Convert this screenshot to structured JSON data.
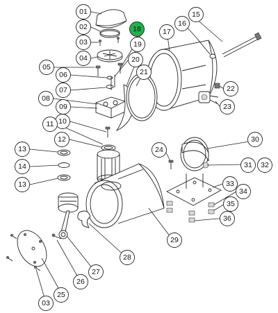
{
  "callouts": [
    {
      "id": "01",
      "label": "01"
    },
    {
      "id": "02",
      "label": "02"
    },
    {
      "id": "03",
      "label": "03"
    },
    {
      "id": "04",
      "label": "04"
    },
    {
      "id": "05",
      "label": "05"
    },
    {
      "id": "06",
      "label": "06"
    },
    {
      "id": "07",
      "label": "07"
    },
    {
      "id": "08",
      "label": "08"
    },
    {
      "id": "09",
      "label": "09"
    },
    {
      "id": "10",
      "label": "10"
    },
    {
      "id": "11",
      "label": "11"
    },
    {
      "id": "12",
      "label": "12"
    },
    {
      "id": "13a",
      "label": "13"
    },
    {
      "id": "14",
      "label": "14"
    },
    {
      "id": "13b",
      "label": "13"
    },
    {
      "id": "15",
      "label": "15"
    },
    {
      "id": "16",
      "label": "16"
    },
    {
      "id": "17",
      "label": "17"
    },
    {
      "id": "18",
      "label": "18",
      "highlight": true
    },
    {
      "id": "19",
      "label": "19"
    },
    {
      "id": "20",
      "label": "20"
    },
    {
      "id": "21",
      "label": "21"
    },
    {
      "id": "22",
      "label": "22"
    },
    {
      "id": "23",
      "label": "23"
    },
    {
      "id": "24",
      "label": "24"
    },
    {
      "id": "25",
      "label": "25"
    },
    {
      "id": "26",
      "label": "26"
    },
    {
      "id": "27",
      "label": "27"
    },
    {
      "id": "28",
      "label": "28"
    },
    {
      "id": "29",
      "label": "29"
    },
    {
      "id": "30",
      "label": "30"
    },
    {
      "id": "31",
      "label": "31"
    },
    {
      "id": "32",
      "label": "32"
    },
    {
      "id": "33",
      "label": "33"
    },
    {
      "id": "34",
      "label": "34"
    },
    {
      "id": "35",
      "label": "35"
    },
    {
      "id": "36",
      "label": "36"
    },
    {
      "id": "03b",
      "label": "03"
    }
  ],
  "colors": {
    "highlight_fill": "#22b14c",
    "callout_fill": "#ffffff",
    "stroke": "#222222"
  }
}
